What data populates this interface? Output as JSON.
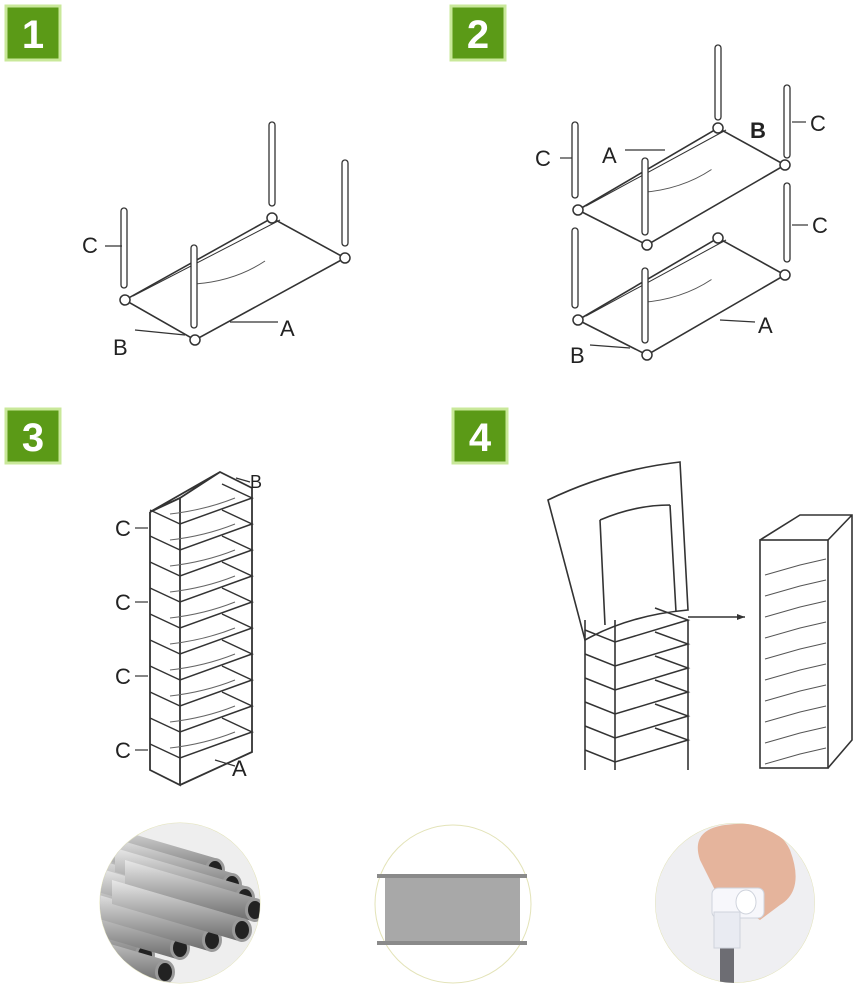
{
  "steps": [
    {
      "number": "1",
      "labels": {
        "c": "C",
        "b": "B",
        "a": "A"
      }
    },
    {
      "number": "2",
      "labels": {
        "c1": "C",
        "a1": "A",
        "b1": "B",
        "c2": "C",
        "c3": "C",
        "a2": "A",
        "b2": "B"
      }
    },
    {
      "number": "3",
      "labels": {
        "b": "B",
        "c1": "C",
        "c2": "C",
        "c3": "C",
        "c4": "C",
        "a": "A"
      }
    },
    {
      "number": "4"
    }
  ],
  "colors": {
    "badge": "#5b9a17",
    "badge_border": "#c9e89a",
    "line": "#333333"
  },
  "parts": [
    "steel-tubes",
    "shelf-fabric-panel",
    "plastic-connector"
  ]
}
